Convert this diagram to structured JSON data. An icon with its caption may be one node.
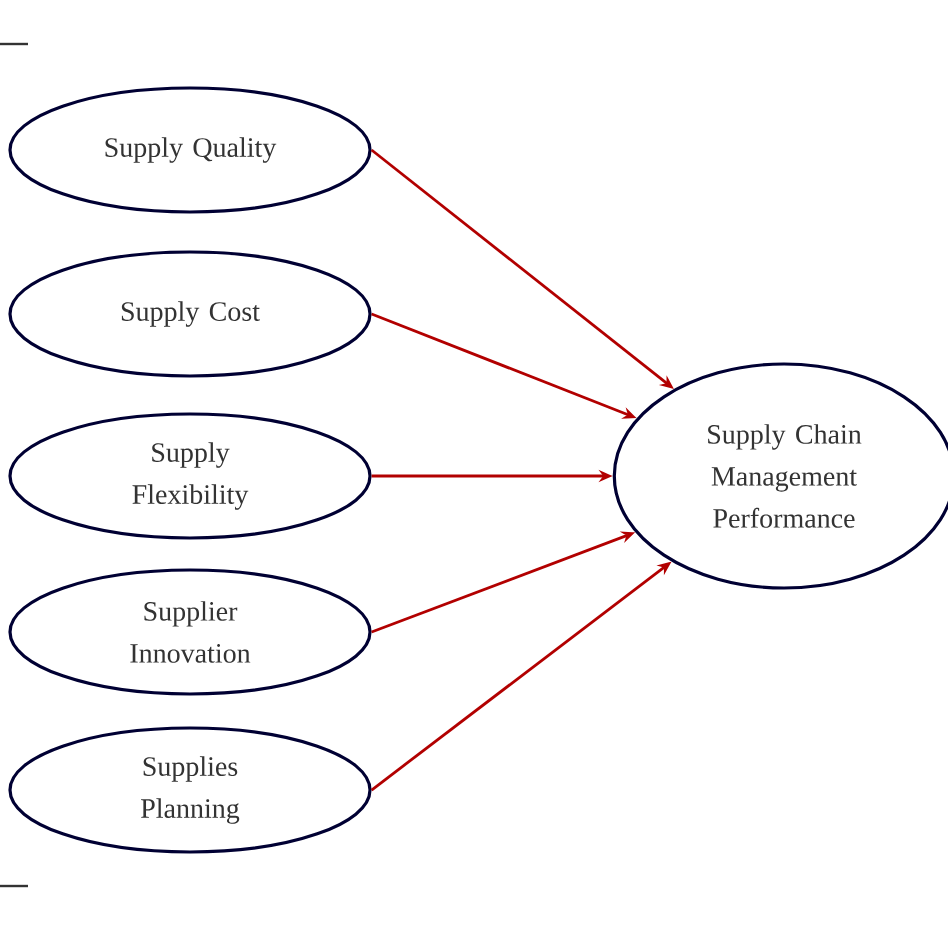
{
  "diagram": {
    "nodes": [
      {
        "text": [
          "Supply Quality"
        ]
      },
      {
        "text": [
          "Supply Cost"
        ]
      },
      {
        "text": [
          "Supply Flexibility"
        ]
      },
      {
        "text": [
          "Supplier Innovation"
        ]
      },
      {
        "text": [
          "Supplies Planning"
        ]
      },
      {
        "text": [
          "Supply Chain Management Performance"
        ]
      }
    ],
    "edges": [
      {
        "from": 0,
        "to": 5,
        "arrow": "to"
      },
      {
        "from": 1,
        "to": 5,
        "arrow": "to"
      },
      {
        "from": 2,
        "to": 5,
        "arrow": "to"
      },
      {
        "from": 3,
        "to": 5,
        "arrow": "to"
      },
      {
        "from": 4,
        "to": 5,
        "arrow": "to"
      }
    ]
  }
}
